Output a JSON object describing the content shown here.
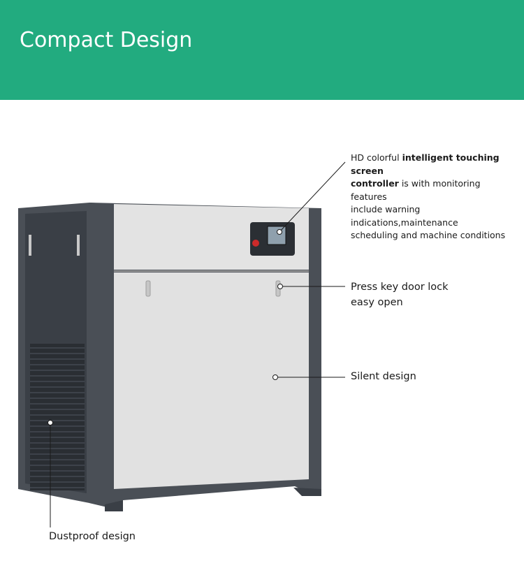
{
  "banner": {
    "title": "Compact Design",
    "background_color": "#22ab7f"
  },
  "callouts": {
    "touch_screen": {
      "prefix": "HD colorful ",
      "bold_1": "intelligent touching screen",
      "bold_2": "controller",
      "suffix_1": " is with monitoring features",
      "line_3": "include warning indications,maintenance",
      "line_4": "scheduling and machine conditions"
    },
    "door_lock": {
      "line_1": "Press key door lock",
      "line_2": "easy open"
    },
    "silent": "Silent design",
    "dustproof": "Dustproof design"
  }
}
